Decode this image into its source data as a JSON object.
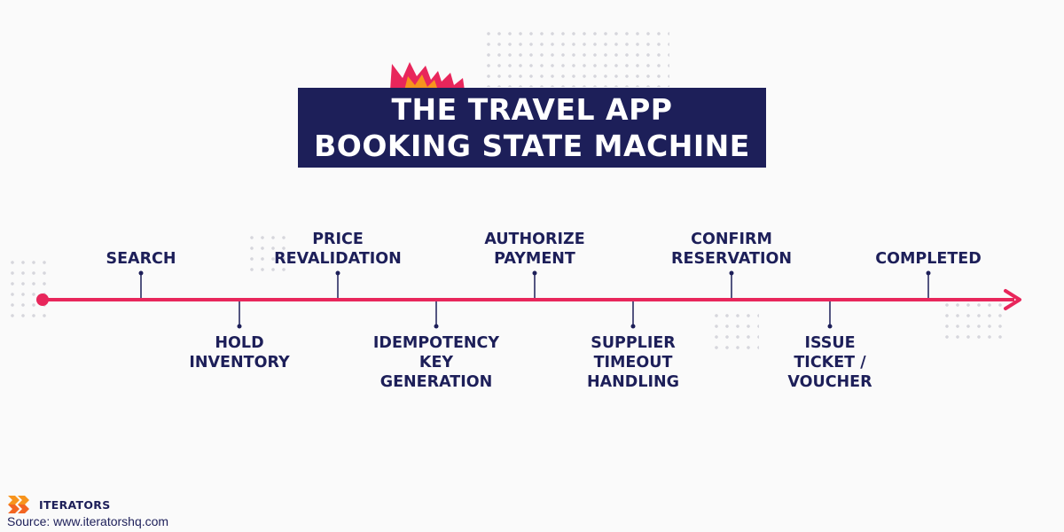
{
  "title": {
    "line1": "THE TRAVEL APP",
    "line2": "BOOKING STATE MACHINE"
  },
  "timeline": {
    "steps": [
      {
        "label": "SEARCH",
        "position": "above"
      },
      {
        "label": "HOLD\nINVENTORY",
        "position": "below"
      },
      {
        "label": "PRICE\nREVALIDATION",
        "position": "above"
      },
      {
        "label": "IDEMPOTENCY\nKEY\nGENERATION",
        "position": "below"
      },
      {
        "label": "AUTHORIZE\nPAYMENT",
        "position": "above"
      },
      {
        "label": "SUPPLIER\nTIMEOUT\nHANDLING",
        "position": "below"
      },
      {
        "label": "CONFIRM\nRESERVATION",
        "position": "above"
      },
      {
        "label": "ISSUE\nTICKET /\nVOUCHER",
        "position": "below"
      },
      {
        "label": "COMPLETED",
        "position": "above"
      }
    ],
    "line_color": "#e8265b",
    "tick_color": "#1d1f59"
  },
  "brand": {
    "name": "ITERATORS",
    "source": "Source: www.iteratorshq.com",
    "logo_color": "#f7941d"
  },
  "colors": {
    "title_bg": "#1d1f59",
    "title_text": "#ffffff",
    "accent": "#e8265b",
    "label_text": "#1d1f59",
    "background": "#fafafa"
  }
}
